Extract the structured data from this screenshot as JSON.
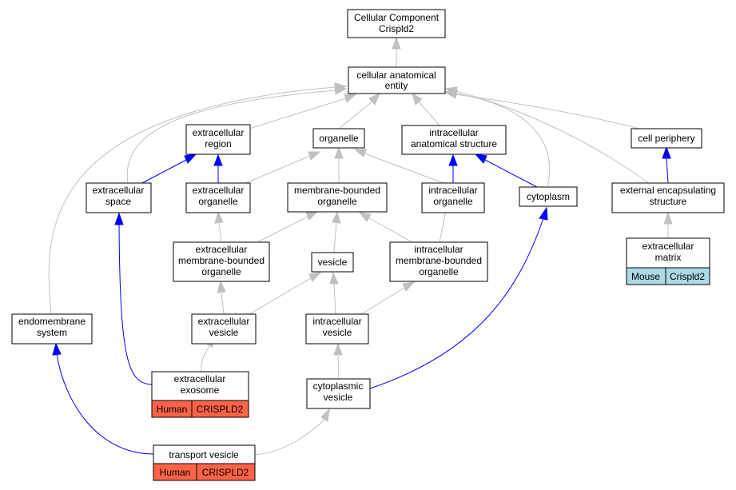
{
  "nodes": {
    "root": {
      "line1": "Cellular Component",
      "line2": "Crispld2"
    },
    "cae": {
      "line1": "cellular anatomical",
      "line2": "entity"
    },
    "extracellular_region": {
      "line1": "extracellular",
      "line2": "region"
    },
    "organelle": {
      "line1": "organelle"
    },
    "intracellular_anatomical_structure": {
      "line1": "intracellular",
      "line2": "anatomical structure"
    },
    "cell_periphery": {
      "line1": "cell periphery"
    },
    "extracellular_space": {
      "line1": "extracellular",
      "line2": "space"
    },
    "extracellular_organelle": {
      "line1": "extracellular",
      "line2": "organelle"
    },
    "membrane_bounded_organelle": {
      "line1": "membrane-bounded",
      "line2": "organelle"
    },
    "intracellular_organelle": {
      "line1": "intracellular",
      "line2": "organelle"
    },
    "cytoplasm": {
      "line1": "cytoplasm"
    },
    "external_encapsulating_structure": {
      "line1": "external encapsulating",
      "line2": "structure"
    },
    "extracellular_mbo": {
      "line1": "extracellular",
      "line2": "membrane-bounded",
      "line3": "organelle"
    },
    "vesicle": {
      "line1": "vesicle"
    },
    "intracellular_mbo": {
      "line1": "intracellular",
      "line2": "membrane-bounded",
      "line3": "organelle"
    },
    "extracellular_matrix": {
      "line1": "extracellular",
      "line2": "matrix",
      "species": "Mouse",
      "gene": "Crispld2"
    },
    "endomembrane_system": {
      "line1": "endomembrane",
      "line2": "system"
    },
    "extracellular_vesicle": {
      "line1": "extracellular",
      "line2": "vesicle"
    },
    "intracellular_vesicle": {
      "line1": "intracellular",
      "line2": "vesicle"
    },
    "extracellular_exosome": {
      "line1": "extracellular",
      "line2": "exosome",
      "species": "Human",
      "gene": "CRISPLD2"
    },
    "cytoplasmic_vesicle": {
      "line1": "cytoplasmic",
      "line2": "vesicle"
    },
    "transport_vesicle": {
      "line1": "transport vesicle",
      "species": "Human",
      "gene": "CRISPLD2"
    }
  },
  "colors": {
    "human_annotation": "#ff6347",
    "mouse_annotation": "#add8e6",
    "is_a_edge": "#c0c0c0",
    "part_of_edge": "#0000ff"
  }
}
